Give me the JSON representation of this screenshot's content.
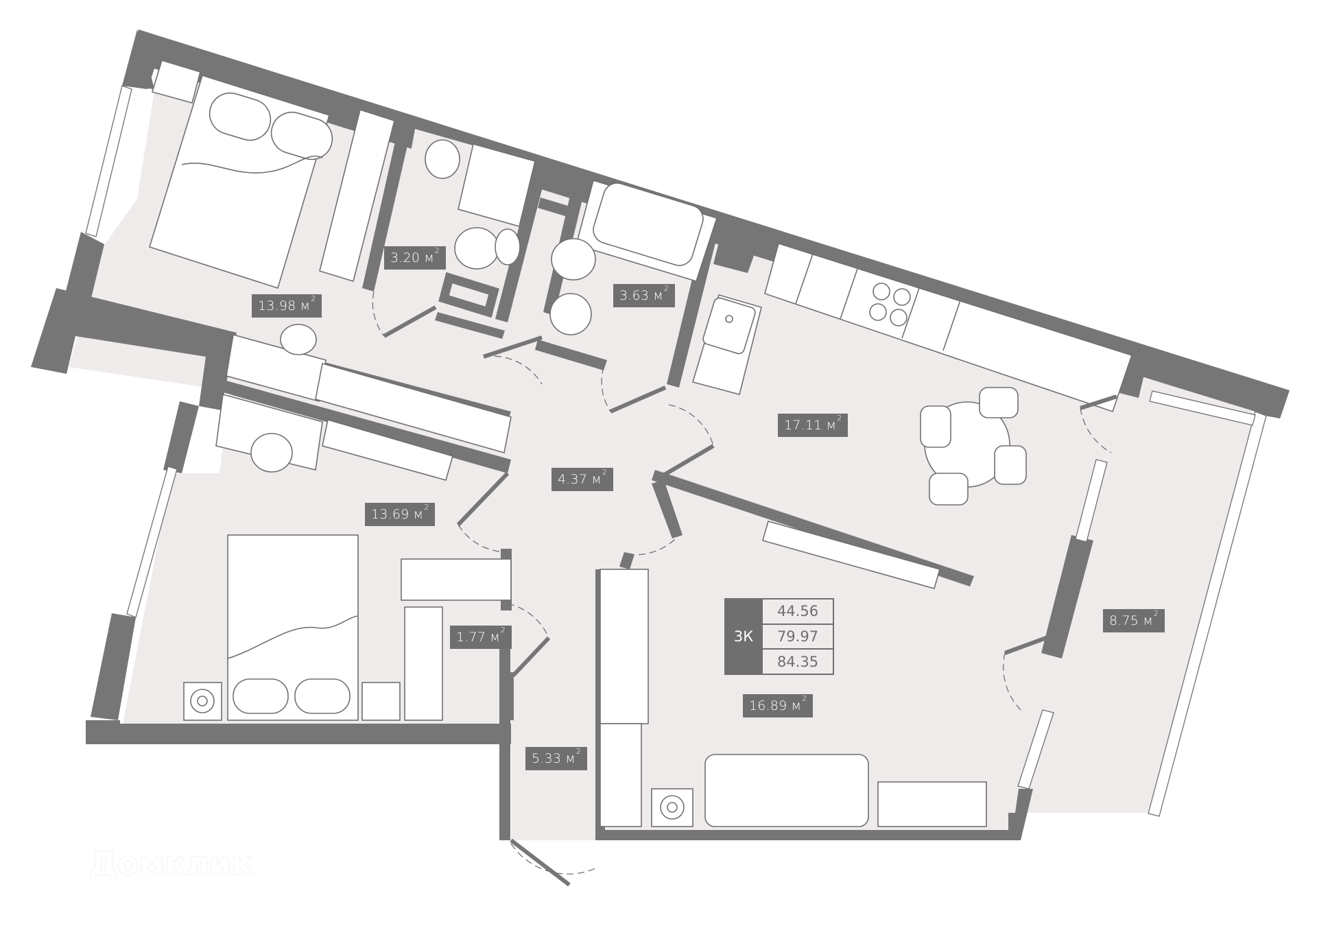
{
  "plan": {
    "type": "apartment-floor-plan",
    "colors": {
      "wall": "#767676",
      "floor": "#efebea",
      "furniture": "#ffffff",
      "line": "#707070",
      "label_bg": "#6f6f6f",
      "label_text": "#ffffff"
    },
    "unit_symbol": "м",
    "unit_superscript": "2",
    "rooms": [
      {
        "id": "bedroom-1",
        "area": "13.98"
      },
      {
        "id": "bathroom-1",
        "area": "3.20"
      },
      {
        "id": "bathroom-2",
        "area": "3.63"
      },
      {
        "id": "kitchen",
        "area": "17.11"
      },
      {
        "id": "hallway",
        "area": "4.37"
      },
      {
        "id": "bedroom-2",
        "area": "13.69"
      },
      {
        "id": "wardrobe",
        "area": "1.77"
      },
      {
        "id": "balcony",
        "area": "8.75"
      },
      {
        "id": "living-room",
        "area": "16.89"
      },
      {
        "id": "entrance-hall",
        "area": "5.33"
      }
    ],
    "summary": {
      "type": "3К",
      "living_area": "44.56",
      "total_area": "79.97",
      "total_with_balcony": "84.35"
    }
  },
  "watermark": {
    "text": "Домклик"
  }
}
